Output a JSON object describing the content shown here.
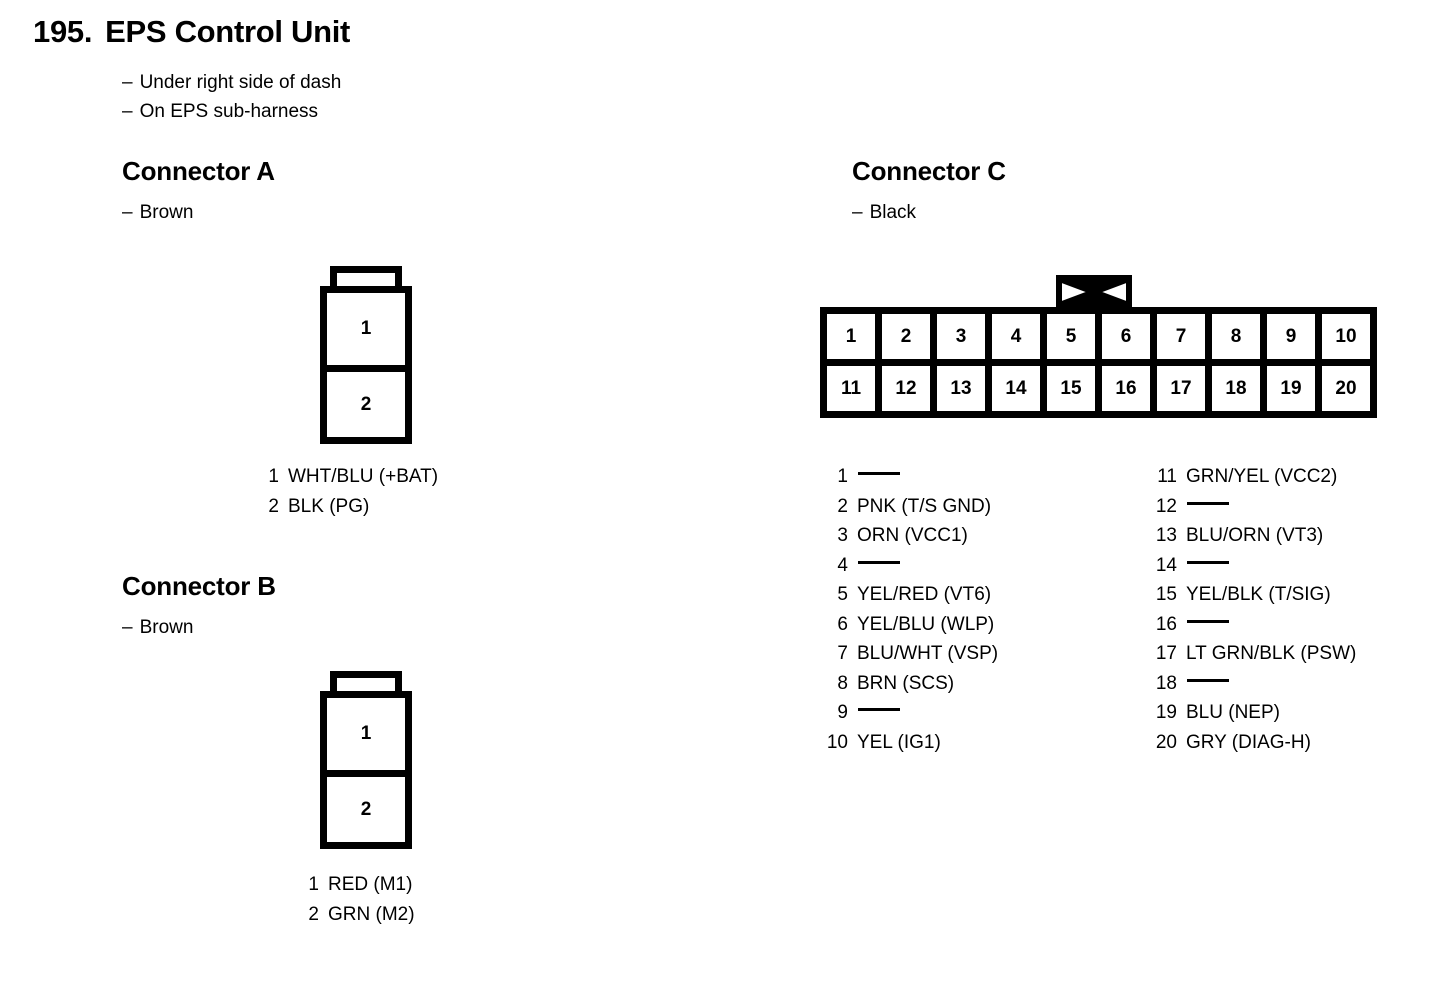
{
  "heading": {
    "number": "195.",
    "title": "EPS Control Unit",
    "notes": [
      "Under right side of dash",
      "On EPS sub-harness"
    ],
    "dash": "–"
  },
  "connector_a": {
    "title": "Connector A",
    "color": "Brown",
    "pins_drawing": [
      "1",
      "2"
    ],
    "legend": [
      {
        "num": "1",
        "desc": "WHT/BLU (+BAT)"
      },
      {
        "num": "2",
        "desc": "BLK (PG)"
      }
    ]
  },
  "connector_b": {
    "title": "Connector B",
    "color": "Brown",
    "pins_drawing": [
      "1",
      "2"
    ],
    "legend": [
      {
        "num": "1",
        "desc": "RED (M1)"
      },
      {
        "num": "2",
        "desc": "GRN (M2)"
      }
    ]
  },
  "connector_c": {
    "title": "Connector C",
    "color": "Black",
    "grid_top_row": [
      "1",
      "2",
      "3",
      "4",
      "5",
      "6",
      "7",
      "8",
      "9",
      "10"
    ],
    "grid_bottom_row": [
      "11",
      "12",
      "13",
      "14",
      "15",
      "16",
      "17",
      "18",
      "19",
      "20"
    ],
    "legend_left": [
      {
        "num": "1",
        "desc": ""
      },
      {
        "num": "2",
        "desc": "PNK (T/S GND)"
      },
      {
        "num": "3",
        "desc": "ORN (VCC1)"
      },
      {
        "num": "4",
        "desc": ""
      },
      {
        "num": "5",
        "desc": "YEL/RED (VT6)"
      },
      {
        "num": "6",
        "desc": "YEL/BLU (WLP)"
      },
      {
        "num": "7",
        "desc": "BLU/WHT (VSP)"
      },
      {
        "num": "8",
        "desc": "BRN (SCS)"
      },
      {
        "num": "9",
        "desc": ""
      },
      {
        "num": "10",
        "desc": "YEL (IG1)"
      }
    ],
    "legend_right": [
      {
        "num": "11",
        "desc": "GRN/YEL (VCC2)"
      },
      {
        "num": "12",
        "desc": ""
      },
      {
        "num": "13",
        "desc": "BLU/ORN (VT3)"
      },
      {
        "num": "14",
        "desc": ""
      },
      {
        "num": "15",
        "desc": "YEL/BLK (T/SIG)"
      },
      {
        "num": "16",
        "desc": ""
      },
      {
        "num": "17",
        "desc": "LT GRN/BLK (PSW)"
      },
      {
        "num": "18",
        "desc": ""
      },
      {
        "num": "19",
        "desc": "BLU (NEP)"
      },
      {
        "num": "20",
        "desc": "GRY (DIAG-H)"
      }
    ]
  },
  "colors": {
    "ink": "#000000",
    "page": "#ffffff"
  }
}
